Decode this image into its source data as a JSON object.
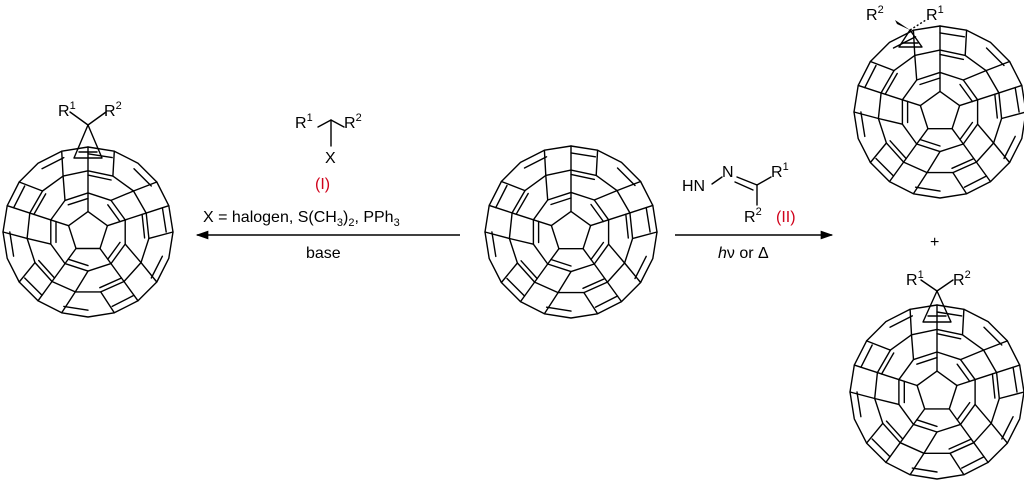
{
  "reagent_I": {
    "r1": "R",
    "r1_sup": "1",
    "r2": "R",
    "r2_sup": "2",
    "x": "X",
    "label": "(I)"
  },
  "left_arrow": {
    "above": {
      "lead": "X = halogen, S(CH",
      "sub1": "3",
      "mid": ")",
      "sub2": "2",
      "tail": ", PPh",
      "sub3": "3"
    },
    "below": "base"
  },
  "left_product": {
    "r1": "R",
    "r1_sup": "1",
    "r2": "R",
    "r2_sup": "2"
  },
  "reagent_II": {
    "hn": "HN",
    "n": "N",
    "r1": "R",
    "r1_sup": "1",
    "r2": "R",
    "r2_sup": "2",
    "label": "(II)"
  },
  "right_arrow": {
    "hv_h": "h",
    "hv_nu": "ν",
    "rest": " or Δ"
  },
  "plus": "+",
  "top_right_product": {
    "r2": "R",
    "r2_sup": "2",
    "r1": "R",
    "r1_sup": "1"
  },
  "bottom_right_product": {
    "r1": "R",
    "r1_sup": "1",
    "r2": "R",
    "r2_sup": "2"
  },
  "colors": {
    "ink": "#000000",
    "label_red": "#d0021b"
  }
}
